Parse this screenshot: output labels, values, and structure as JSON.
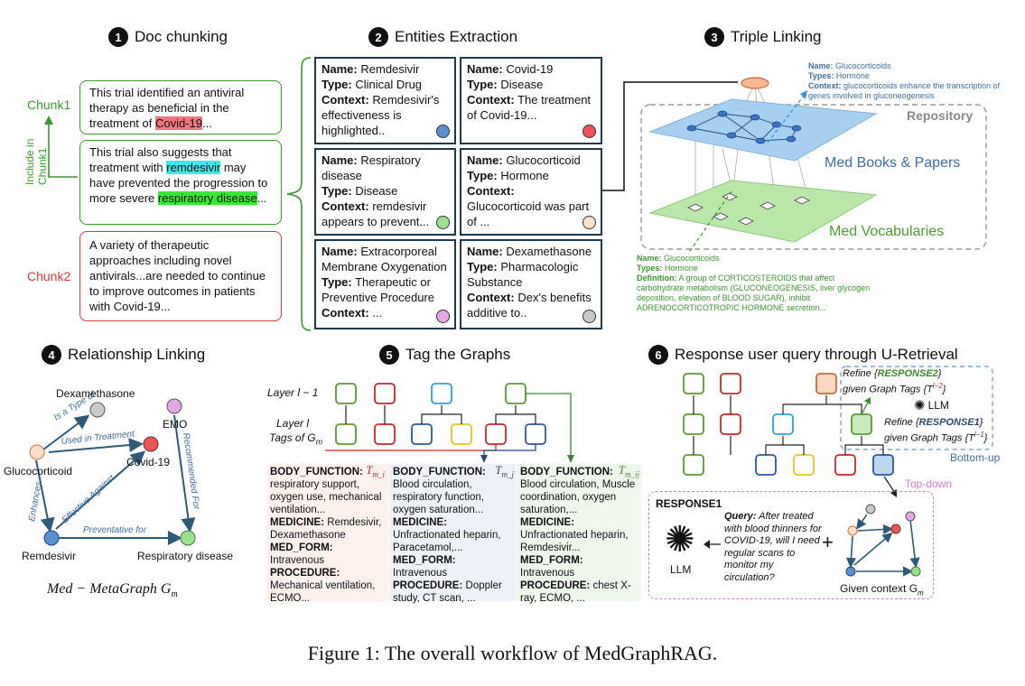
{
  "sections": {
    "s1": {
      "num": "1",
      "title": "Doc chunking"
    },
    "s2": {
      "num": "2",
      "title": "Entities Extraction"
    },
    "s3": {
      "num": "3",
      "title": "Triple Linking"
    },
    "s4": {
      "num": "4",
      "title": "Relationship Linking"
    },
    "s5": {
      "num": "5",
      "title": "Tag the Graphs"
    },
    "s6": {
      "num": "6",
      "title": "Response user query through U-Retrieval"
    }
  },
  "chunking": {
    "chunk1_label": "Chunk1",
    "chunk2_label": "Chunk2",
    "include_label": "Include in Chunk1",
    "box1": {
      "pre": "This trial identified an antiviral therapy as beneficial in the treatment of ",
      "hl": "Covid-19",
      "post": "..."
    },
    "box2": {
      "t1": "This trial also suggests that treatment with ",
      "hl1": "remdesivir",
      "t2": " may have prevented the progression to more severe ",
      "hl2": "respiratory disease",
      "t3": "..."
    },
    "box3": "A variety of therapeutic approaches including novel antivirals...are needed to continue to improve outcomes in patients with Covid-19..."
  },
  "entities": {
    "e1": {
      "name": "Remdesivir",
      "type": "Clinical Drug",
      "context": "Remdesivir's effectiveness is highlighted..",
      "color": "#5b8fd6"
    },
    "e2": {
      "name": "Covid-19",
      "type": "Disease",
      "context": "The treatment of Covid-19...",
      "color": "#e8565a"
    },
    "e3": {
      "name": "Respiratory disease",
      "type": "Disease",
      "context": "remdesivir appears to prevent...",
      "color": "#9be08e"
    },
    "e4": {
      "name": "Glucocorticoid",
      "type": "Hormone",
      "context": "Glucocorticoid was part of ...",
      "color": "#fbe0cc"
    },
    "e5": {
      "name": "Extracorporeal Membrane Oxygenation",
      "type": "Therapeutic or Preventive Procedure",
      "context": "...",
      "color": "#e6a6e6"
    },
    "e6": {
      "name": "Dexamethasone",
      "type": "Pharmacologic Substance",
      "context": "Dex's benefits additive to..",
      "color": "#c9c9c9"
    },
    "labels": {
      "name": "Name:",
      "type": "Type:",
      "context": "Context:"
    }
  },
  "triple": {
    "repository": "Repository",
    "books": "Med Books & Papers",
    "vocab": "Med Vocabularies",
    "top_note": {
      "name_k": "Name:",
      "name_v": "Glucocorticoids",
      "types_k": "Types:",
      "types_v": "Hormone",
      "ctx_k": "Context:",
      "ctx_v": "glucocorticoids enhance the transcription of genes involved in gluconeogenesis"
    },
    "bottom_note": {
      "name_k": "Name:",
      "name_v": "Glucocorticoids",
      "types_k": "Types:",
      "types_v": "Hormone",
      "def_k": "Definition:",
      "def_v": "A group of CORTICOSTEROIDS that affect carbohydrate metabolism (GLUCONEOGENESIS, liver glycogen deposition, elevation of BLOOD SUGAR), inhibit ADRENOCORTICOTROPIC HORMONE secretion..."
    }
  },
  "relationship": {
    "nodes": {
      "dexa": "Dexamethasone",
      "emo": "EMO",
      "gluco": "Glucocorticoid",
      "covid": "Covid-19",
      "remd": "Remdesivir",
      "resp": "Respiratory disease"
    },
    "edges": {
      "isa": "Is a Type of",
      "used": "Used in Treatment",
      "enh": "Enhances",
      "eff": "Effective Against",
      "rec": "Recommended For",
      "prev": "Preventative for"
    },
    "meta": "Med − MetaGraph G"
  },
  "tags": {
    "layer_prev": "Layer l − 1",
    "layer_l": "Layer l",
    "tags_of": "Tags of G",
    "t1": {
      "label": "T",
      "sub": "m_i"
    },
    "t2": {
      "label": "T",
      "sub": "m_j"
    },
    "t3": {
      "label": "T",
      "sub": "m_ij"
    },
    "col1": {
      "bf_k": "BODY_FUNCTION:",
      "bf_v": "respiratory support, oxygen use, mechanical ventilation...",
      "med_k": "MEDICINE:",
      "med_v": "Remdesivir, Dexamethasone",
      "form_k": "MED_FORM:",
      "form_v": "Intravenous",
      "proc_k": "PROCEDURE:",
      "proc_v": "Mechanical ventilation, ECMO..."
    },
    "col2": {
      "bf_k": "BODY_FUNCTION:",
      "bf_v": "Blood circulation, respiratory function, oxygen saturation...",
      "med_k": "MEDICINE:",
      "med_v": "Unfractionated heparin, Paracetamol,...",
      "form_k": "MED_FORM:",
      "form_v": "Intravenous",
      "proc_k": "PROCEDURE:",
      "proc_v": "Doppler study, CT scan, ..."
    },
    "col3": {
      "bf_k": "BODY_FUNCTION:",
      "bf_v": "Blood circulation, Muscle coordination, oxygen saturation,...",
      "med_k": "MEDICINE:",
      "med_v": "Unfractionated heparin, Remdesivir...",
      "form_k": "MED_FORM:",
      "form_v": "Intravenous",
      "proc_k": "PROCEDURE:",
      "proc_v": "chest X-ray, ECMO, ..."
    }
  },
  "retrieval": {
    "refine2_a": "Refine {",
    "refine2_b": "RESPONSE2",
    "refine2_c": "}",
    "refine2_d": "given Graph Tags {T",
    "refine1_a": "Refine {",
    "refine1_b": "RESPONSE1",
    "refine1_c": "}",
    "refine1_d": "given Graph Tags {T",
    "llm": "LLM",
    "bottom_up": "Bottom-up",
    "top_down": "Top-down",
    "response1": "RESPONSE1",
    "query_k": "Query:",
    "query_v": "After treated with blood thinners for COVID-19, will I need regular scans to monitor my circulation?",
    "given": "Given context G"
  },
  "caption": "Figure 1: The overall workflow of MedGraphRAG."
}
